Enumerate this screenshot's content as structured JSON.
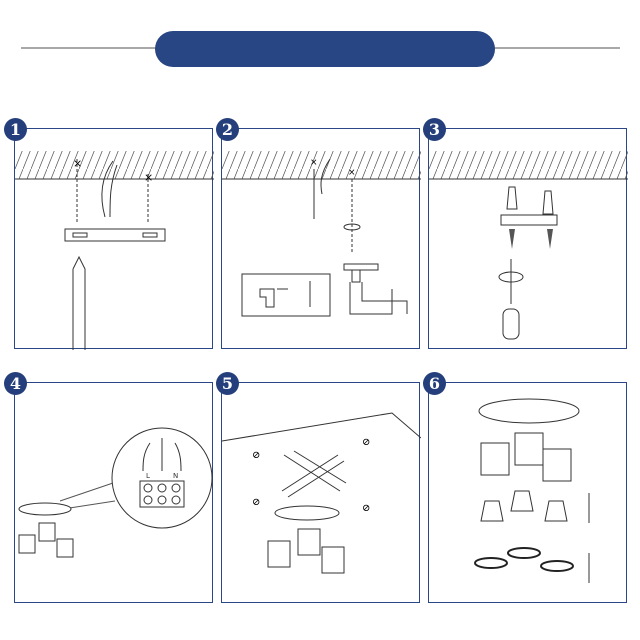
{
  "header": {
    "banner_color": "#284584"
  },
  "steps": [
    {
      "number": "1"
    },
    {
      "number": "2"
    },
    {
      "number": "3"
    },
    {
      "number": "4",
      "terminal_labels": [
        "L",
        "N"
      ]
    },
    {
      "number": "5"
    },
    {
      "number": "6"
    }
  ]
}
